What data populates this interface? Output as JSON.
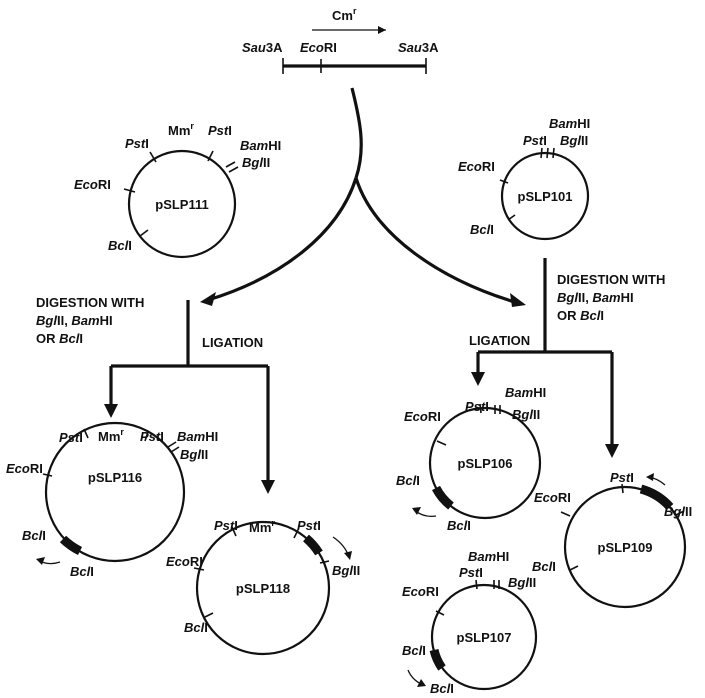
{
  "fragment": {
    "marker": "Cm",
    "marker_sup": "r",
    "sites": [
      {
        "name": "Sau",
        "suffix": "3A"
      },
      {
        "name": "Eco",
        "suffix": "RI"
      },
      {
        "name": "Sau",
        "suffix": "3A"
      }
    ]
  },
  "steps": {
    "left_title": "DIGESTION WITH",
    "left_enzymes": [
      {
        "name": "Bgl",
        "suffix": "II"
      },
      {
        "plain": ", "
      },
      {
        "name": "Bam",
        "suffix": "HI"
      }
    ],
    "left_or": "OR ",
    "left_or_enzyme": {
      "name": "Bcl",
      "suffix": "I"
    },
    "left_ligation": "LIGATION",
    "right_title": "DIGESTION WITH",
    "right_enzymes": [
      {
        "name": "Bgl",
        "suffix": "II"
      },
      {
        "plain": ", "
      },
      {
        "name": "Bam",
        "suffix": "HI"
      }
    ],
    "right_or": "OR ",
    "right_or_enzyme": {
      "name": "Bcl",
      "suffix": "I"
    },
    "right_ligation": "LIGATION"
  },
  "plasmids": [
    {
      "id": "p111",
      "name": "pSLP111",
      "marker": "Mm",
      "marker_sup": "r",
      "sites": [
        {
          "name": "Pst",
          "suffix": "I"
        },
        {
          "name": "Pst",
          "suffix": "I"
        },
        {
          "name": "Bam",
          "suffix": "HI"
        },
        {
          "name": "Bgl",
          "suffix": "II"
        },
        {
          "name": "Eco",
          "suffix": "RI"
        },
        {
          "name": "Bcl",
          "suffix": "I"
        }
      ]
    },
    {
      "id": "p101",
      "name": "pSLP101",
      "marker": "",
      "marker_sup": "",
      "sites": [
        {
          "name": "Bam",
          "suffix": "HI"
        },
        {
          "name": "Pst",
          "suffix": "I"
        },
        {
          "name": "Bgl",
          "suffix": "II"
        },
        {
          "name": "Eco",
          "suffix": "RI"
        },
        {
          "name": "Bcl",
          "suffix": "I"
        }
      ]
    },
    {
      "id": "p116",
      "name": "pSLP116",
      "marker": "Mm",
      "marker_sup": "r",
      "sites": [
        {
          "name": "Pst",
          "suffix": "I"
        },
        {
          "name": "Pst",
          "suffix": "I"
        },
        {
          "name": "Bam",
          "suffix": "HI"
        },
        {
          "name": "Bgl",
          "suffix": "II"
        },
        {
          "name": "Eco",
          "suffix": "RI"
        },
        {
          "name": "Bcl",
          "suffix": "I"
        },
        {
          "name": "Bcl",
          "suffix": "I"
        }
      ]
    },
    {
      "id": "p118",
      "name": "pSLP118",
      "marker": "Mm",
      "marker_sup": "r",
      "sites": [
        {
          "name": "Pst",
          "suffix": "I"
        },
        {
          "name": "Pst",
          "suffix": "I"
        },
        {
          "name": "Eco",
          "suffix": "RI"
        },
        {
          "name": "Bgl",
          "suffix": "II"
        },
        {
          "name": "Bcl",
          "suffix": "I"
        }
      ]
    },
    {
      "id": "p106",
      "name": "pSLP106",
      "marker": "",
      "marker_sup": "",
      "sites": [
        {
          "name": "Bam",
          "suffix": "HI"
        },
        {
          "name": "Pst",
          "suffix": "I"
        },
        {
          "name": "Bgl",
          "suffix": "II"
        },
        {
          "name": "Eco",
          "suffix": "RI"
        },
        {
          "name": "Bcl",
          "suffix": "I"
        },
        {
          "name": "Bcl",
          "suffix": "I"
        }
      ]
    },
    {
      "id": "p109",
      "name": "pSLP109",
      "marker": "",
      "marker_sup": "",
      "sites": [
        {
          "name": "Pst",
          "suffix": "I"
        },
        {
          "name": "Eco",
          "suffix": "RI"
        },
        {
          "name": "Bgl",
          "suffix": "II"
        },
        {
          "name": "Bcl",
          "suffix": "I"
        }
      ]
    },
    {
      "id": "p107",
      "name": "pSLP107",
      "marker": "",
      "marker_sup": "",
      "sites": [
        {
          "name": "Bam",
          "suffix": "HI"
        },
        {
          "name": "Pst",
          "suffix": "I"
        },
        {
          "name": "Bgl",
          "suffix": "II"
        },
        {
          "name": "Eco",
          "suffix": "RI"
        },
        {
          "name": "Bcl",
          "suffix": "I"
        },
        {
          "name": "Bcl",
          "suffix": "I"
        }
      ]
    }
  ]
}
